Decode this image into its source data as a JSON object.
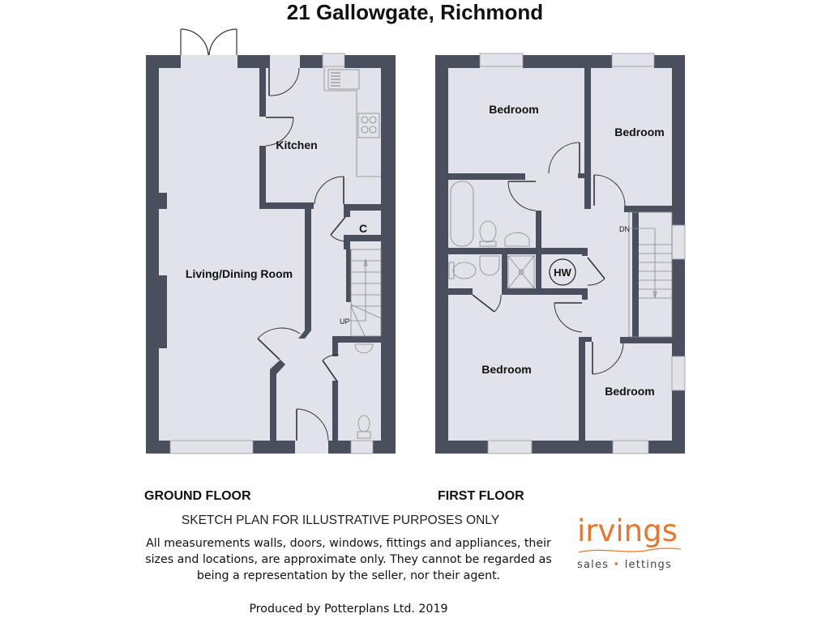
{
  "header": {
    "title": "21 Gallowgate, Richmond"
  },
  "colors": {
    "wall": "#4a4f5e",
    "floor": "#e2e2ea",
    "brand": "#e8762d"
  },
  "ground_floor": {
    "label": "GROUND FLOOR",
    "rooms": [
      {
        "name": "Living/Dining Room"
      },
      {
        "name": "Kitchen"
      },
      {
        "name": "C"
      }
    ],
    "stairs_label": "UP"
  },
  "first_floor": {
    "label": "FIRST FLOOR",
    "rooms": [
      {
        "name": "Bedroom"
      },
      {
        "name": "Bedroom"
      },
      {
        "name": "Bedroom"
      },
      {
        "name": "Bedroom"
      },
      {
        "name": "HW"
      }
    ],
    "stairs_label": "DN"
  },
  "footer": {
    "sketch_notice": "SKETCH PLAN FOR ILLUSTRATIVE PURPOSES ONLY",
    "disclaimer_lines": [
      "All measurements walls, doors, windows, fittings and appliances, their",
      "sizes and locations, are approximate only. They cannot be regarded as",
      "being a representation by the seller, nor their agent."
    ],
    "produced_by": "Produced by Potterplans Ltd. 2019"
  },
  "logo": {
    "name": "irvings",
    "tag_left": "sales",
    "tag_sep": "•",
    "tag_right": "lettings"
  }
}
